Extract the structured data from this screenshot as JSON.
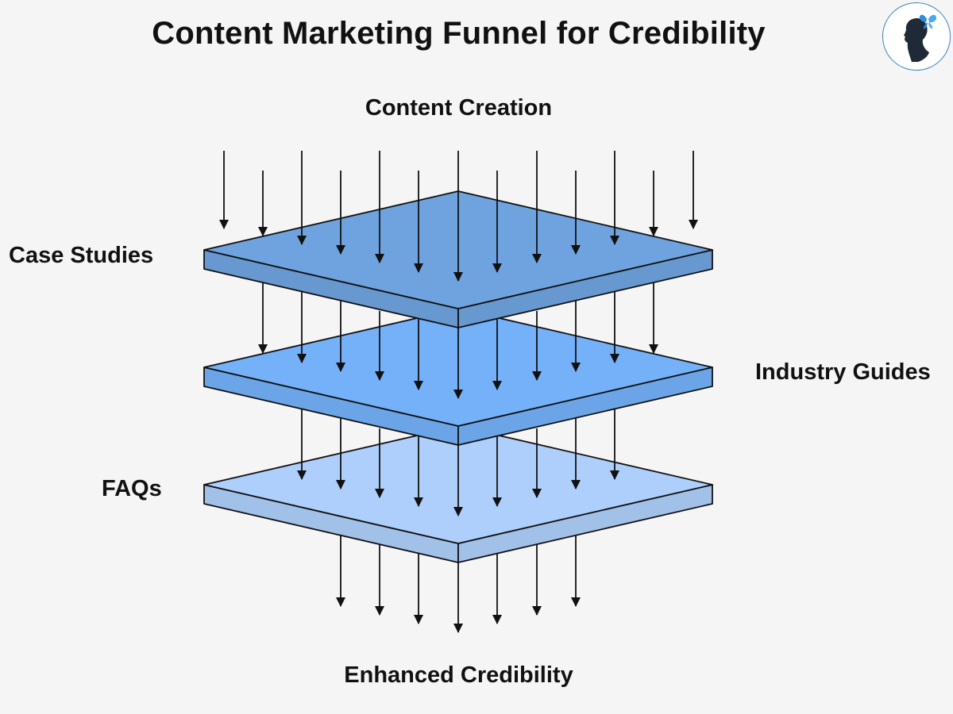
{
  "title": "Content Marketing Funnel for Credibility",
  "labels": {
    "top": "Content Creation",
    "layer1": "Case Studies",
    "layer2": "Industry Guides",
    "layer3": "FAQs",
    "bottom": "Enhanced Credibility"
  },
  "logo": {
    "icon": "silhouette-butterfly-icon"
  },
  "colors": {
    "layer1": "#6fa3df",
    "layer2": "#74b1f8",
    "layer3": "#aecffb",
    "outline": "#111111",
    "background": "#f5f5f5"
  }
}
